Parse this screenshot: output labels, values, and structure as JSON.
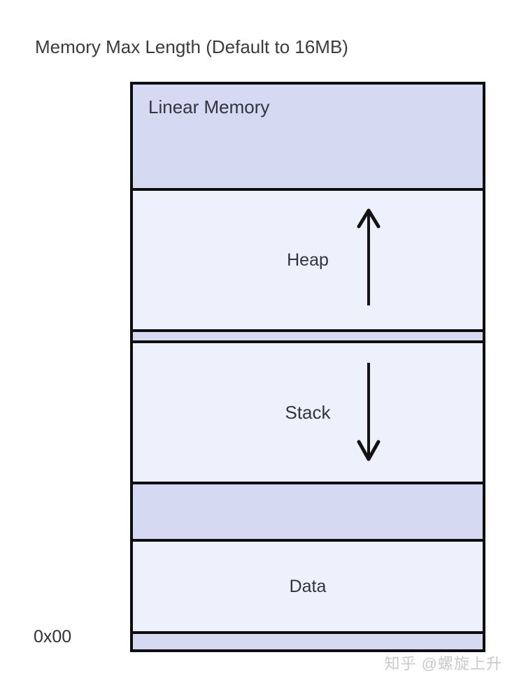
{
  "title": "Memory Max Length (Default to 16MB)",
  "diagram": {
    "sections": {
      "linear_memory": {
        "label": "Linear Memory"
      },
      "heap": {
        "label": "Heap",
        "arrow_icon": "up-arrow"
      },
      "stack": {
        "label": "Stack",
        "arrow_icon": "down-arrow"
      },
      "data": {
        "label": "Data"
      }
    },
    "origin_address": "0x00"
  },
  "watermark": "知乎 @螺旋上升",
  "colors": {
    "background": "#ffffff",
    "section_fill_light": "#edf1fb",
    "section_fill_lavender": "#d6d9f2",
    "border": "#0e0e0e",
    "label_text": "#2e3440",
    "title_text": "#3b3b3b",
    "watermark_text": "#c9c9c9"
  }
}
